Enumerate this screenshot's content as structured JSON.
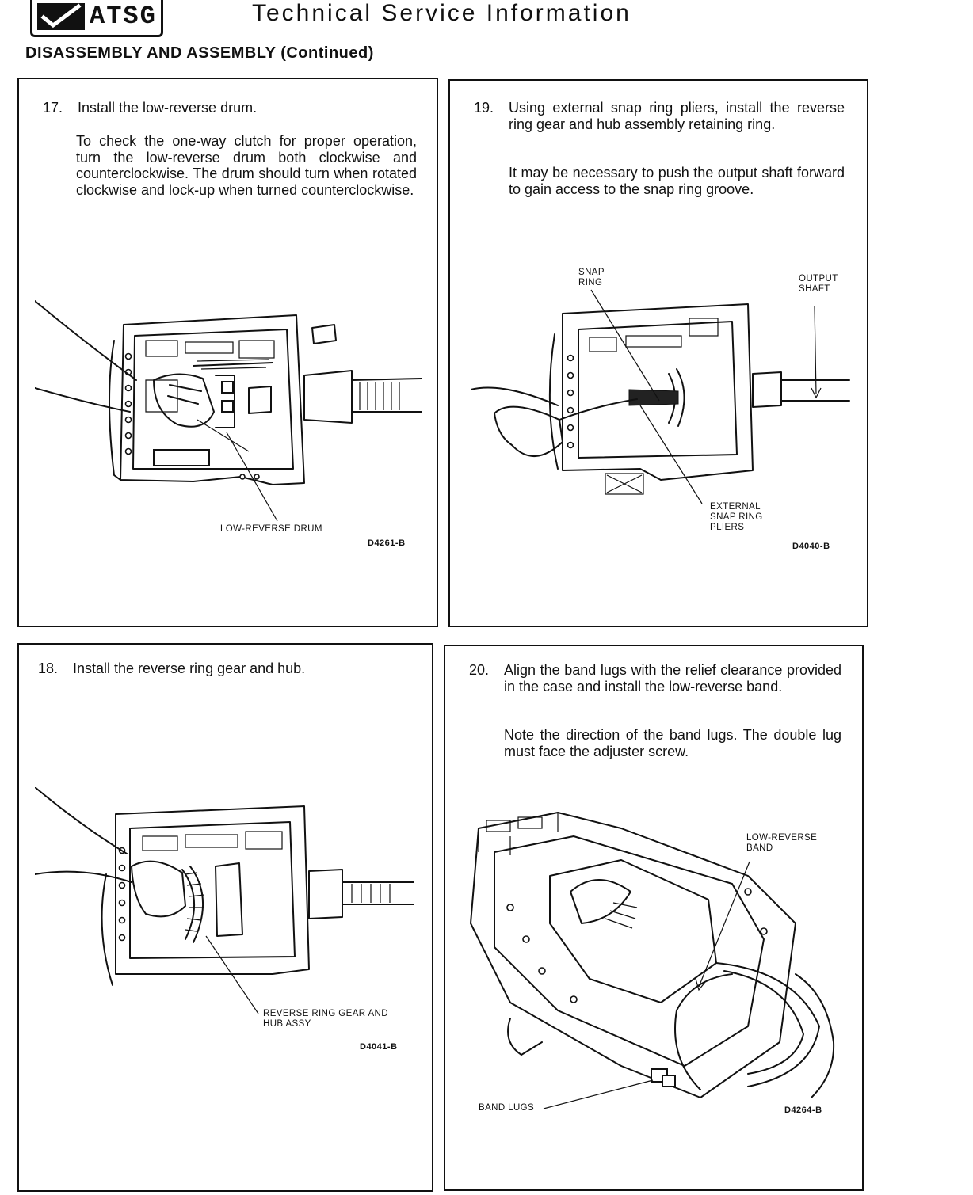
{
  "header": {
    "logo_text": "ATSG",
    "title": "Technical Service Information"
  },
  "section_title": "DISASSEMBLY AND ASSEMBLY (Continued)",
  "steps": [
    {
      "number": "17.",
      "paragraphs": [
        "Install the low-reverse drum.",
        "To check the one-way clutch for proper operation, turn the low-reverse drum both clockwise and counterclockwise. The drum should turn when rotated clockwise and lock-up when turned counterclockwise."
      ],
      "callouts": [
        "LOW-REVERSE DRUM"
      ],
      "figure_id": "D4261-B"
    },
    {
      "number": "19.",
      "paragraphs": [
        "Using external snap ring pliers, install the reverse ring gear and hub assembly retaining ring.",
        "It may be necessary to push the output shaft forward to gain access to the snap ring groove."
      ],
      "callouts": [
        "SNAP RING",
        "OUTPUT SHAFT",
        "EXTERNAL SNAP RING PLIERS"
      ],
      "figure_id": "D4040-B"
    },
    {
      "number": "18.",
      "paragraphs": [
        "Install the reverse ring gear and hub."
      ],
      "callouts": [
        "REVERSE RING GEAR AND HUB ASSY"
      ],
      "figure_id": "D4041-B"
    },
    {
      "number": "20.",
      "paragraphs": [
        "Align the band lugs with the relief clearance provided in the case and install the low-reverse band.",
        "Note the direction of the band lugs. The double lug must face the adjuster screw."
      ],
      "callouts": [
        "LOW-REVERSE BAND",
        "BAND LUGS"
      ],
      "figure_id": "D4264-B"
    }
  ]
}
